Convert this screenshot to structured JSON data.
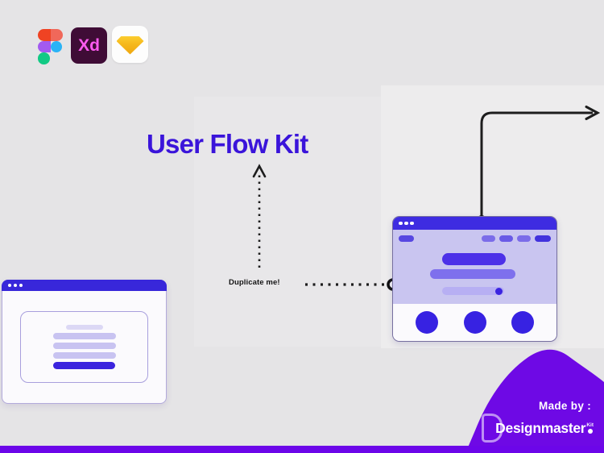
{
  "canvas": {
    "background": "#e5e4e6"
  },
  "logos": {
    "figma": {
      "name": "Figma",
      "colors": {
        "red": "#ef4323",
        "salmon": "#f0685a",
        "purple": "#a35af0",
        "blue": "#2bb3f6",
        "green": "#12c984"
      }
    },
    "adobe_xd": {
      "label": "Xd",
      "bg": "#3f0c36",
      "fg": "#ff5bf1"
    },
    "sketch": {
      "name": "Sketch",
      "gold_top": "#fdd233",
      "gold_bottom": "#efa60e"
    }
  },
  "title": {
    "text": "User Flow Kit",
    "color": "#3a14da"
  },
  "flow": {
    "duplicate_label": "Duplicate me!",
    "line_color": "#1d1d1d"
  },
  "windows": {
    "left": {
      "titlebar_color": "#3827da",
      "body_color": "#fbfafd",
      "bar_light": "#c8c3f1",
      "bar_dark": "#3b24de",
      "bar_faint": "#dcd8f5"
    },
    "right": {
      "titlebar_color": "#3e2ce1",
      "body_color": "#c9c5f0",
      "panel_color": "#fbfafd",
      "bar_dark": "#4c30e8",
      "bar_mid": "#7e70ed",
      "bar_light": "#b7aff3",
      "circle_color": "#3722e2"
    }
  },
  "badge": {
    "made_by": "Made by :",
    "brand": "Designmaster",
    "kit": "Kit",
    "shape_color": "#6e09e5",
    "bar_color": "#6c06e9"
  }
}
